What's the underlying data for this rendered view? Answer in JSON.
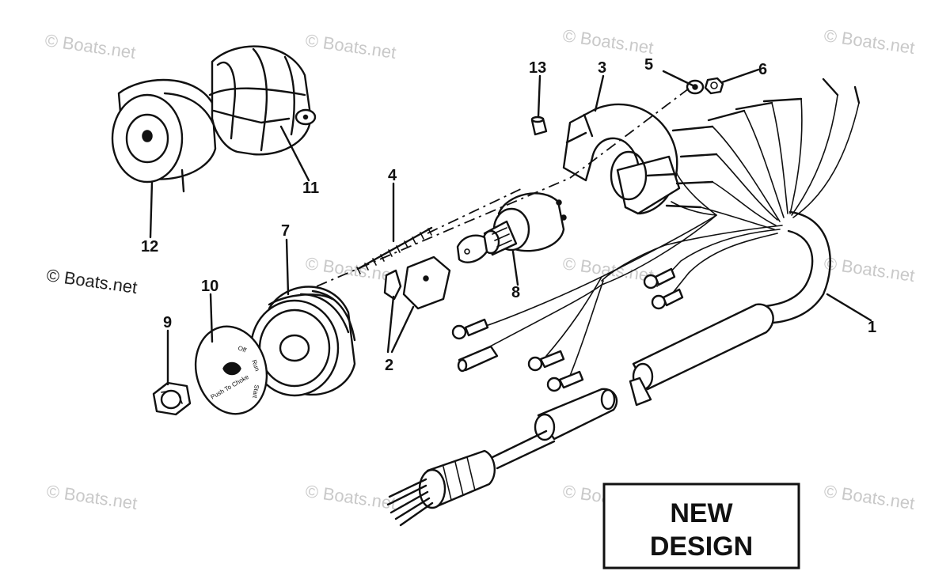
{
  "callouts": [
    "1",
    "2",
    "3",
    "4",
    "5",
    "6",
    "7",
    "8",
    "9",
    "10",
    "11",
    "12",
    "13"
  ],
  "badge": {
    "line1": "NEW",
    "line2": "DESIGN"
  },
  "watermark": "© Boats.net",
  "washer_marks": [
    "Off",
    "Run",
    "Start",
    "Push To Choke"
  ]
}
